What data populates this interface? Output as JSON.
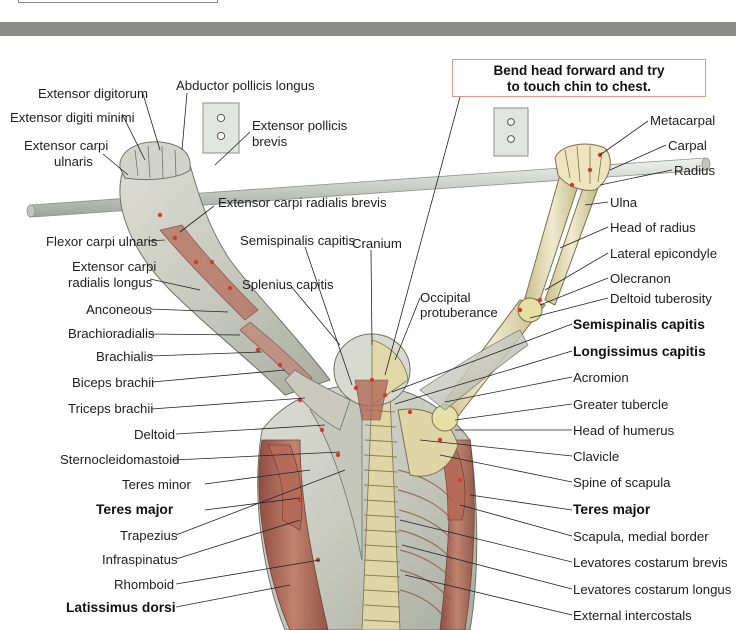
{
  "callout": {
    "line1": "Bend head forward and try",
    "line2": "to touch chin to chest."
  },
  "labels_left": [
    "Extensor digitorum",
    "Extensor digiti minimi",
    "Extensor carpi",
    "ulnaris",
    "Abductor pollicis longus",
    "Extensor pollicis",
    "brevis",
    "Extensor carpi radialis brevis",
    "Flexor carpi ulnaris",
    "Extensor carpi",
    "radialis longus",
    "Anconeous",
    "Brachioradialis",
    "Brachialis",
    "Biceps brachii",
    "Triceps brachii",
    "Deltoid",
    "Sternocleidomastoid",
    "Teres minor",
    "Teres major",
    "Trapezius",
    "Infraspinatus",
    "Rhomboid",
    "Latissimus dorsi"
  ],
  "labels_center": [
    "Semispinalis capitis",
    "Cranium",
    "Splenius capitis",
    "Occipital",
    "protuberance"
  ],
  "labels_right": [
    "Metacarpal",
    "Carpal",
    "Radius",
    "Ulna",
    "Head of radius",
    "Lateral epicondyle",
    "Olecranon",
    "Deltoid tuberosity",
    "Semispinalis capitis",
    "Longissimus capitis",
    "Acromion",
    "Greater tubercle",
    "Head of humerus",
    "Clavicle",
    "Spine of scapula",
    "Teres major",
    "Scapula, medial border",
    "Levatores costarum brevis",
    "Levatores costarum longus",
    "External intercostals"
  ],
  "colors": {
    "muscle": "#b86a5a",
    "muscle_dark": "#8e4336",
    "bone": "#e6dfa8",
    "skin": "#cfd3c8",
    "bar": "#d7d9d5",
    "divider": "#8c8c86",
    "callout_border": "#e49a86",
    "marker": "#d8372b"
  }
}
